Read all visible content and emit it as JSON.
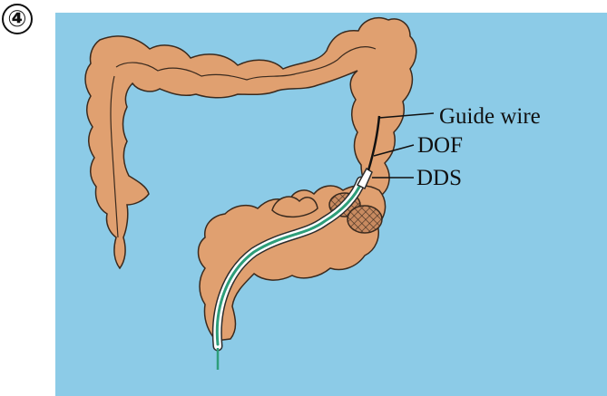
{
  "step": "④",
  "labels": {
    "guide_wire": "Guide wire",
    "dof": "DOF",
    "dds": "DDS"
  },
  "colors": {
    "background": "#8ccbe7",
    "colon": "#e0a070",
    "outline": "#3a2a1e",
    "stent_mesh": "#8a5a3c",
    "catheter_stripe": "#2e9e7a"
  }
}
